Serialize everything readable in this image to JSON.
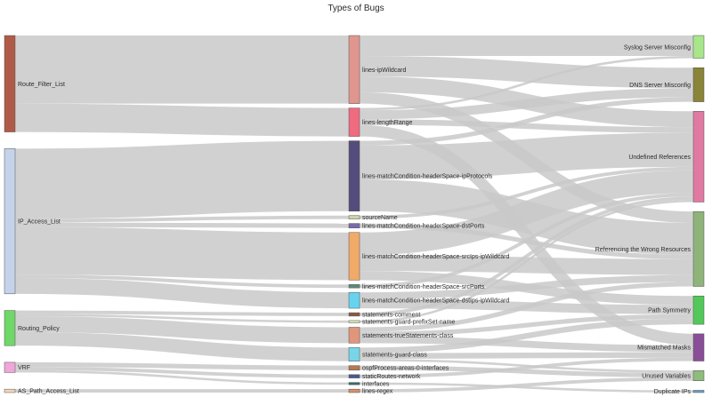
{
  "title": "Types of Bugs",
  "link_color": "#c9c9c9",
  "nodes": [
    {
      "id": "rfl",
      "label": "Route_Filter_List",
      "color": "#b05a48",
      "col": 0
    },
    {
      "id": "ipal",
      "label": "IP_Access_List",
      "color": "#c5d3ea",
      "col": 0
    },
    {
      "id": "rp",
      "label": "Routing_Policy",
      "color": "#6fd868",
      "col": 0
    },
    {
      "id": "vrf",
      "label": "VRF",
      "color": "#f0a6d8",
      "col": 0
    },
    {
      "id": "aspal",
      "label": "AS_Path_Access_List",
      "color": "#f4d6b8",
      "col": 0
    },
    {
      "id": "wild",
      "label": "lines-ipWildcard",
      "color": "#e0968e",
      "col": 1
    },
    {
      "id": "len",
      "label": "lines-lengthRange",
      "color": "#f06a80",
      "col": 1
    },
    {
      "id": "proto",
      "label": "lines-matchCondition-headerSpace-ipProtocols",
      "color": "#544c7c",
      "col": 1
    },
    {
      "id": "src",
      "label": "sourceName",
      "color": "#cfd3a8",
      "col": 1
    },
    {
      "id": "dstp",
      "label": "lines-matchCondition-headerSpace-dstPorts",
      "color": "#7a6caa",
      "col": 1
    },
    {
      "id": "srcip",
      "label": "lines-matchCondition-headerSpace-srcIps-ipWildcard",
      "color": "#f2aa68",
      "col": 1
    },
    {
      "id": "srcp",
      "label": "lines-matchCondition-headerSpace-srcPorts",
      "color": "#5c8a78",
      "col": 1
    },
    {
      "id": "dstip",
      "label": "lines-matchCondition-headerSpace-dstIps-ipWildcard",
      "color": "#66d4ee",
      "col": 1
    },
    {
      "id": "comm",
      "label": "statements-comment",
      "color": "#8a5a3c",
      "col": 1
    },
    {
      "id": "pfx",
      "label": "statements-guard-prefixSet-name",
      "color": "#d6e6b6",
      "col": 1
    },
    {
      "id": "tsc",
      "label": "statements-trueStatements-class",
      "color": "#e0967a",
      "col": 1
    },
    {
      "id": "gcl",
      "label": "statements-guard-class",
      "color": "#76d6e8",
      "col": 1
    },
    {
      "id": "ospf",
      "label": "ospfProcess-areas-0-interfaces",
      "color": "#b87a4c",
      "col": 1
    },
    {
      "id": "stat",
      "label": "staticRoutes-network",
      "color": "#4c5690",
      "col": 1
    },
    {
      "id": "intf",
      "label": "interfaces",
      "color": "#3a6a6a",
      "col": 1
    },
    {
      "id": "regex",
      "label": "lines-regex",
      "color": "#d89066",
      "col": 1
    },
    {
      "id": "syslog",
      "label": "Syslog Server Misconfig",
      "color": "#a8e68a",
      "col": 2
    },
    {
      "id": "dns",
      "label": "DNS Server Misconfig",
      "color": "#8a8438",
      "col": 2
    },
    {
      "id": "undef",
      "label": "Undefined References",
      "color": "#e07aa2",
      "col": 2
    },
    {
      "id": "wrong",
      "label": "Referencing the Wrong Resources",
      "color": "#8eb47a",
      "col": 2
    },
    {
      "id": "pathsym",
      "label": "Path Symmetry",
      "color": "#52c85a",
      "col": 2
    },
    {
      "id": "masks",
      "label": "Mismatched Masks",
      "color": "#8a4e96",
      "col": 2
    },
    {
      "id": "unused",
      "label": "Unused Variables",
      "color": "#8ebc7c",
      "col": 2
    },
    {
      "id": "dup",
      "label": "Duplicate IPs",
      "color": "#6aa0c6",
      "col": 2
    }
  ],
  "links": [
    {
      "source": "rfl",
      "target": "wild",
      "value": 60
    },
    {
      "source": "rfl",
      "target": "len",
      "value": 25
    },
    {
      "source": "ipal",
      "target": "proto",
      "value": 62
    },
    {
      "source": "ipal",
      "target": "src",
      "value": 3
    },
    {
      "source": "ipal",
      "target": "dstp",
      "value": 4
    },
    {
      "source": "ipal",
      "target": "srcip",
      "value": 42
    },
    {
      "source": "ipal",
      "target": "srcp",
      "value": 3
    },
    {
      "source": "ipal",
      "target": "dstip",
      "value": 14
    },
    {
      "source": "rp",
      "target": "comm",
      "value": 3
    },
    {
      "source": "rp",
      "target": "pfx",
      "value": 2
    },
    {
      "source": "rp",
      "target": "tsc",
      "value": 14
    },
    {
      "source": "rp",
      "target": "gcl",
      "value": 12
    },
    {
      "source": "vrf",
      "target": "ospf",
      "value": 4
    },
    {
      "source": "vrf",
      "target": "stat",
      "value": 3
    },
    {
      "source": "vrf",
      "target": "intf",
      "value": 2
    },
    {
      "source": "aspal",
      "target": "regex",
      "value": 3
    },
    {
      "source": "wild",
      "target": "syslog",
      "value": 18
    },
    {
      "source": "wild",
      "target": "dns",
      "value": 18
    },
    {
      "source": "wild",
      "target": "undef",
      "value": 14
    },
    {
      "source": "wild",
      "target": "wrong",
      "value": 10
    },
    {
      "source": "len",
      "target": "syslog",
      "value": 2
    },
    {
      "source": "len",
      "target": "dns",
      "value": 8
    },
    {
      "source": "len",
      "target": "undef",
      "value": 5
    },
    {
      "source": "len",
      "target": "masks",
      "value": 10
    },
    {
      "source": "proto",
      "target": "undef",
      "value": 30
    },
    {
      "source": "proto",
      "target": "dns",
      "value": 4
    },
    {
      "source": "proto",
      "target": "wrong",
      "value": 28
    },
    {
      "source": "src",
      "target": "undef",
      "value": 3
    },
    {
      "source": "dstp",
      "target": "wrong",
      "value": 4
    },
    {
      "source": "srcip",
      "target": "undef",
      "value": 20
    },
    {
      "source": "srcip",
      "target": "wrong",
      "value": 14
    },
    {
      "source": "srcip",
      "target": "pathsym",
      "value": 8
    },
    {
      "source": "srcp",
      "target": "undef",
      "value": 3
    },
    {
      "source": "dstip",
      "target": "wrong",
      "value": 6
    },
    {
      "source": "dstip",
      "target": "pathsym",
      "value": 8
    },
    {
      "source": "comm",
      "target": "undef",
      "value": 3
    },
    {
      "source": "pfx",
      "target": "undef",
      "value": 2
    },
    {
      "source": "tsc",
      "target": "masks",
      "value": 6
    },
    {
      "source": "tsc",
      "target": "wrong",
      "value": 4
    },
    {
      "source": "tsc",
      "target": "pathsym",
      "value": 4
    },
    {
      "source": "gcl",
      "target": "pathsym",
      "value": 5
    },
    {
      "source": "gcl",
      "target": "masks",
      "value": 5
    },
    {
      "source": "gcl",
      "target": "unused",
      "value": 2
    },
    {
      "source": "ospf",
      "target": "unused",
      "value": 4
    },
    {
      "source": "stat",
      "target": "masks",
      "value": 3
    },
    {
      "source": "intf",
      "target": "dup",
      "value": 2
    },
    {
      "source": "regex",
      "target": "unused",
      "value": 3
    }
  ]
}
